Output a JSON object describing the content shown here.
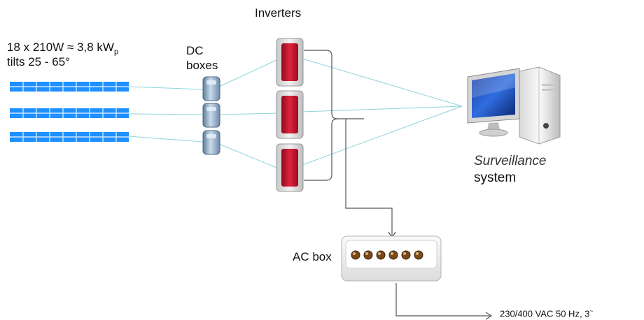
{
  "labels": {
    "inverters": "Inverters",
    "array_line1": "18 x 210W ≈ 3,8 kW",
    "array_line1_sub": "p",
    "array_line2": "tilts 25 - 65°",
    "dc_boxes_line1": "DC",
    "dc_boxes_line2": "boxes",
    "surveillance_line1": "Surveillance",
    "surveillance_line2": "system",
    "ac_box": "AC box",
    "grid_output": "230/400 VAC 50 Hz, 3",
    "grid_output_sup": "~"
  },
  "components": {
    "panel_strings": 3,
    "cells_per_string": 9,
    "dc_boxes": 3,
    "inverters": 3,
    "ac_box_terminals": 6
  },
  "colors": {
    "panel_blue": "#1e90ff",
    "panel_grid": "#cfe6ff",
    "dc_box": "#9db6cf",
    "inverter_red": "#d0102a",
    "inverter_frame": "#e2e2e2",
    "link_line": "#8fd3dc",
    "wire": "#555555",
    "terminal": "#7a4a1a"
  }
}
